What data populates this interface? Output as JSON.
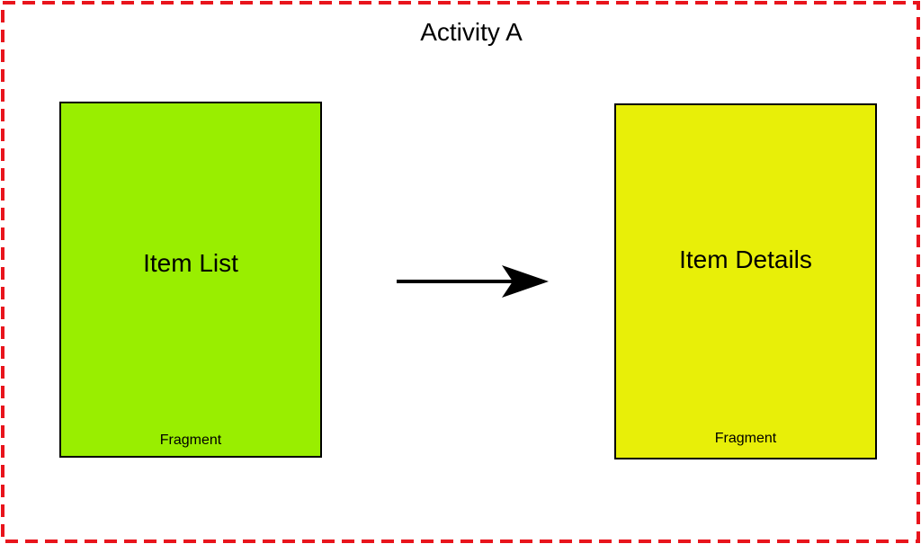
{
  "activity": {
    "title": "Activity A",
    "border_color": "#e8141c"
  },
  "fragments": [
    {
      "title": "Item List",
      "caption": "Fragment",
      "color": "#99ee00"
    },
    {
      "title": "Item Details",
      "caption": "Fragment",
      "color": "#e8ef08"
    }
  ],
  "arrow": {
    "color": "#000000"
  }
}
